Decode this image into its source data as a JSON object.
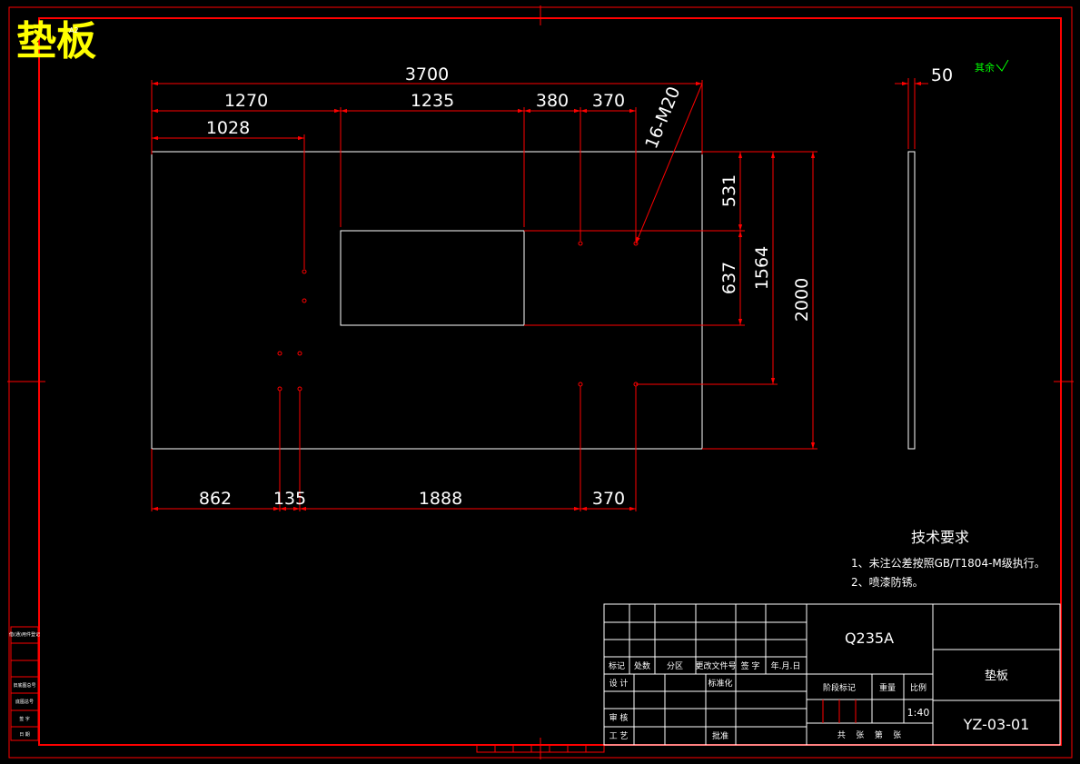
{
  "title": "垫板",
  "title_small": "A2",
  "finish_mark": "其余",
  "dimensions": {
    "overall_length": "3700",
    "seg_1270": "1270",
    "seg_1235": "1235",
    "seg_380": "380",
    "seg_370_top": "370",
    "seg_1028": "1028",
    "thread_callout": "16-M20",
    "thickness": "50",
    "v_531": "531",
    "v_637": "637",
    "v_1564": "1564",
    "v_2000": "2000",
    "b_862": "862",
    "b_135": "135",
    "b_1888": "1888",
    "b_370": "370"
  },
  "tech_requirements": {
    "heading": "技术要求",
    "item1": "1、未注公差按照GB/T1804-M级执行。",
    "item2": "2、喷漆防锈。"
  },
  "title_block": {
    "material": "Q235A",
    "part_name": "垫板",
    "drawing_number": "YZ-03-01",
    "scale": "1:40",
    "col_mark": "标记",
    "col_count": "处数",
    "col_zone": "分区",
    "col_change_doc": "更改文件号",
    "col_sign": "签 字",
    "col_date": "年.月.日",
    "design": "设 计",
    "standardize": "标准化",
    "stage_mark": "阶段标记",
    "weight": "重量",
    "ratio": "比例",
    "review": "审 核",
    "process": "工 艺",
    "approve": "批准",
    "sheets": "共    张    第    张"
  },
  "side_labels": [
    "借(通)用件登记",
    "旧底图总号",
    "底图总号",
    "签 字",
    "日 期"
  ],
  "colors": {
    "frame": "#ff0000",
    "geometry": "#ffffff",
    "title": "#ffff00",
    "finish_mark": "#00ff00"
  }
}
